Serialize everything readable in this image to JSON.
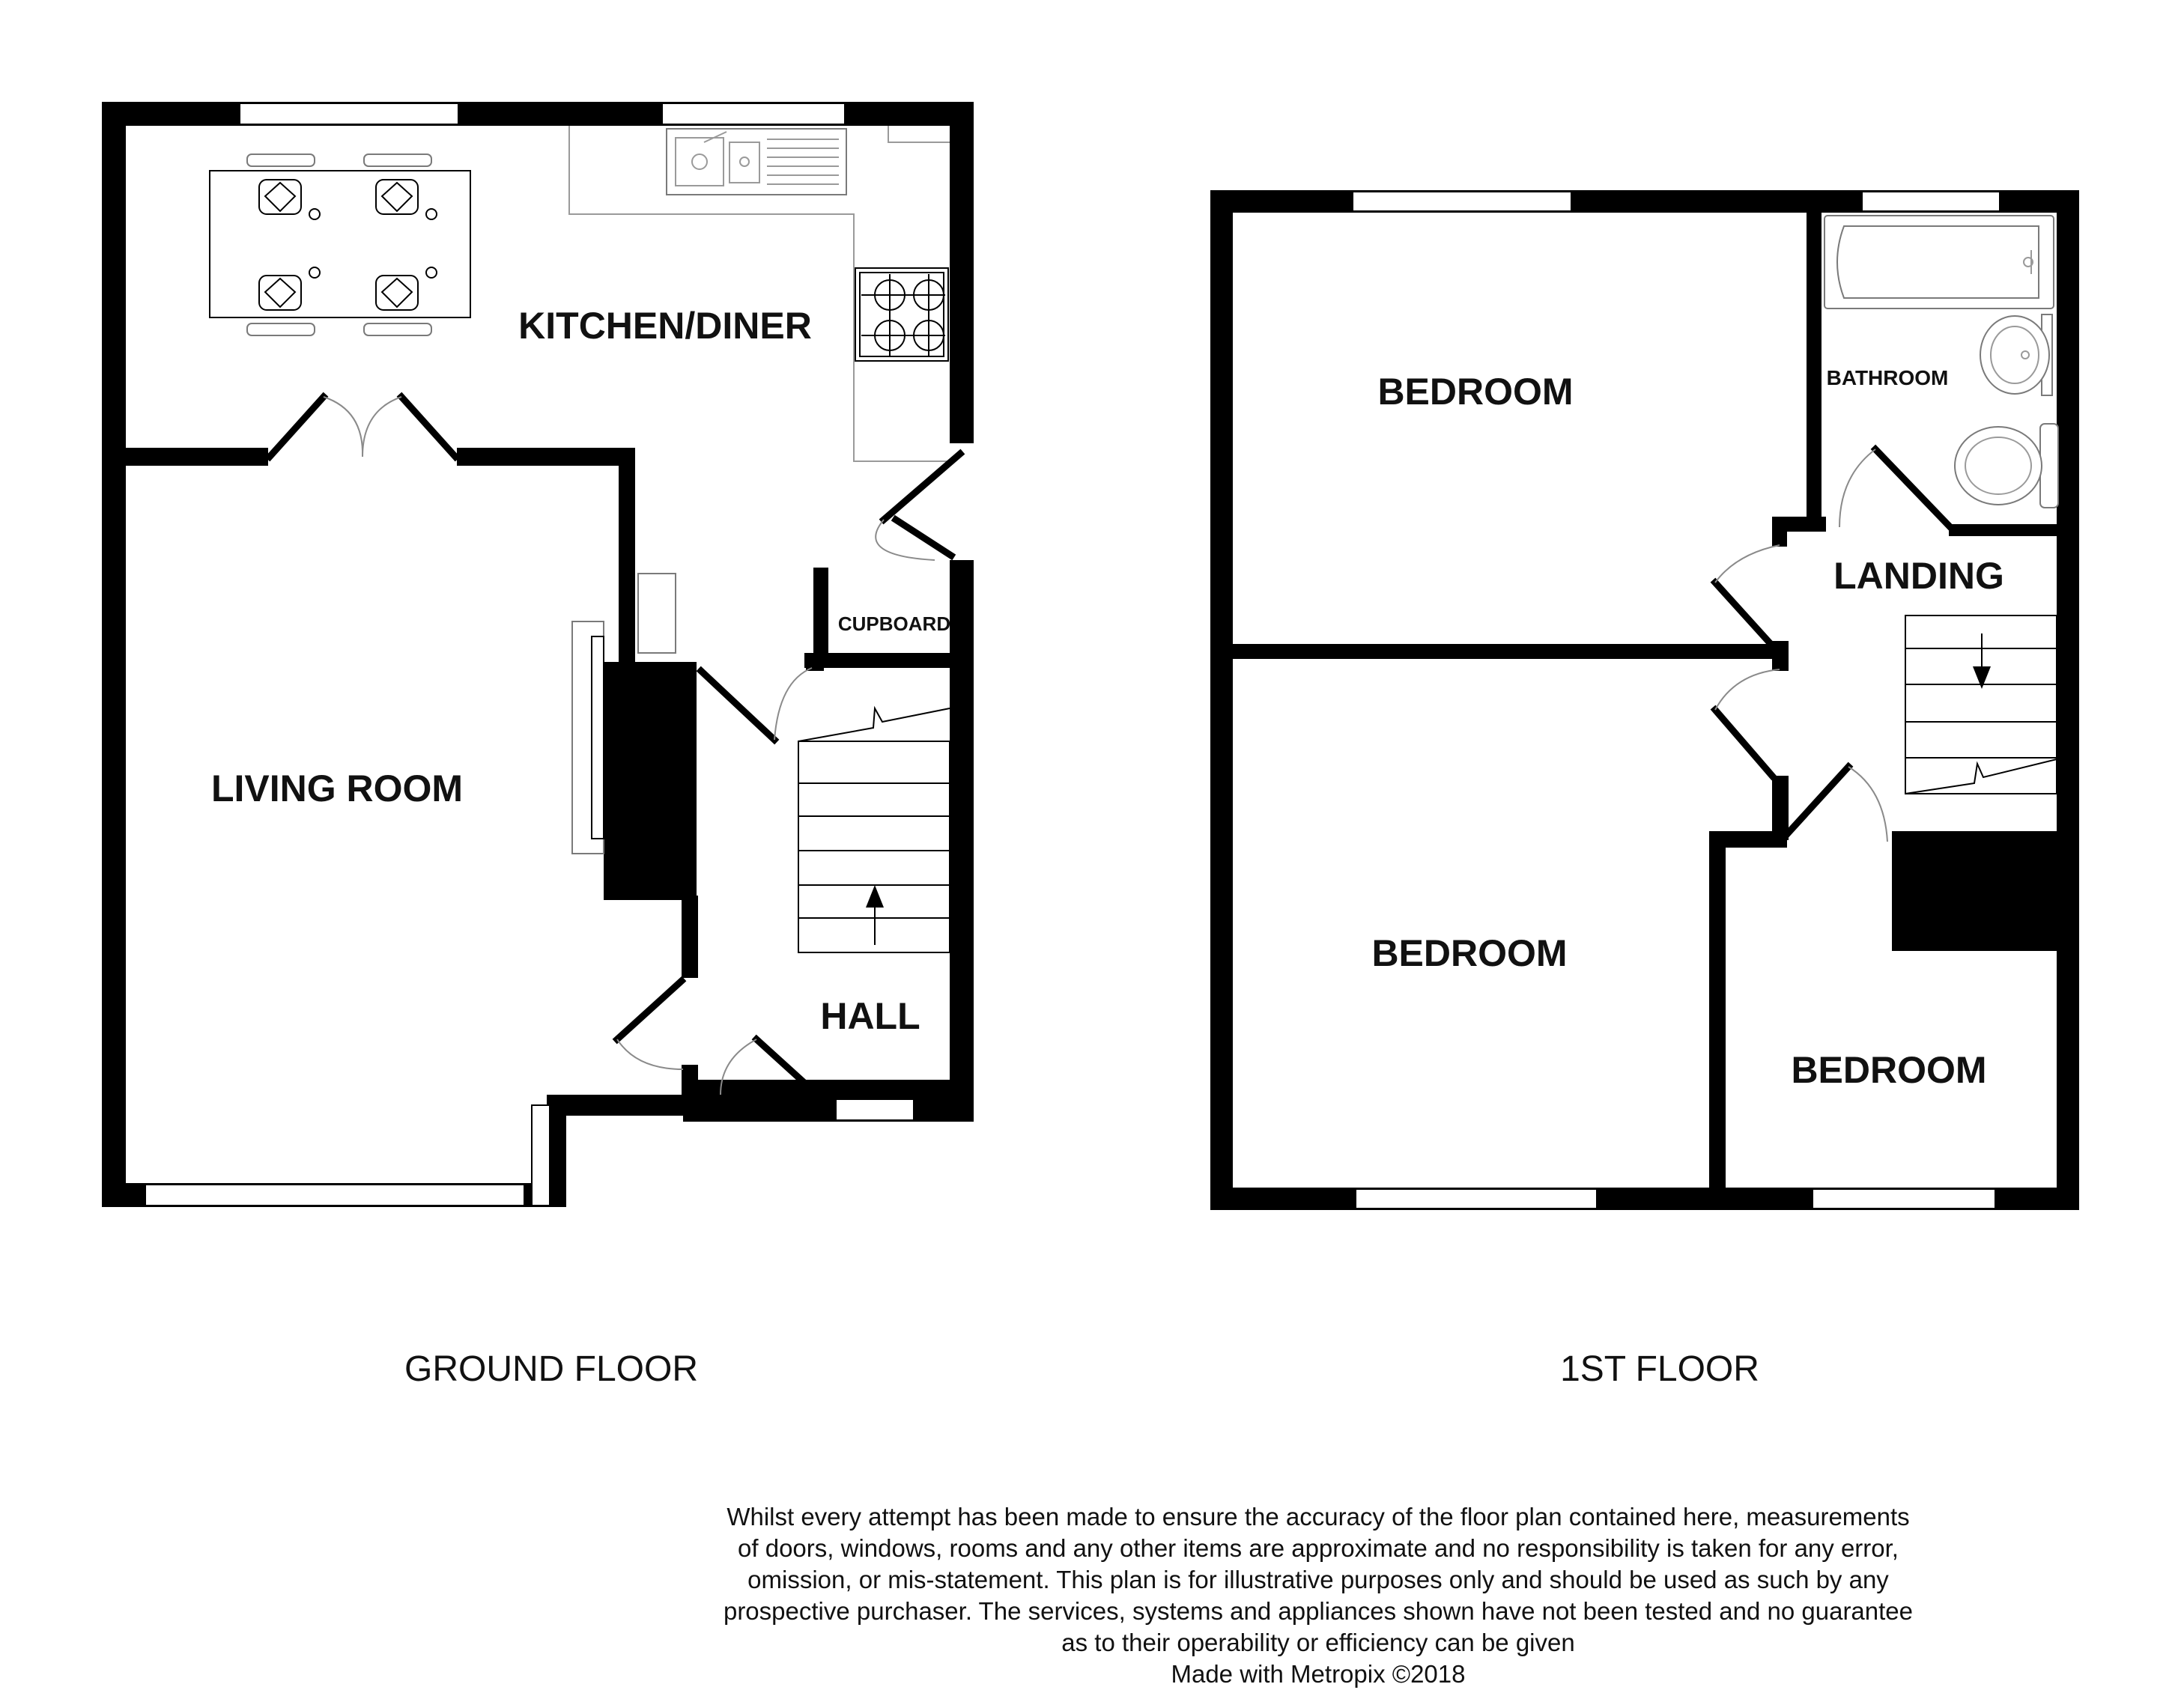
{
  "ground_floor": {
    "label": "GROUND FLOOR",
    "rooms": {
      "kitchen_diner": "KITCHEN/DINER",
      "living_room": "LIVING ROOM",
      "hall": "HALL",
      "cupboard": "CUPBOARD"
    }
  },
  "first_floor": {
    "label": "1ST FLOOR",
    "rooms": {
      "bedroom_1": "BEDROOM",
      "bedroom_2": "BEDROOM",
      "bedroom_3": "BEDROOM",
      "bathroom": "BATHROOM",
      "landing": "LANDING"
    }
  },
  "disclaimer": {
    "lines": [
      "Whilst every attempt has been made to ensure the accuracy of the floor plan contained here, measurements",
      "of doors, windows, rooms and any other items are approximate and no responsibility is taken for any error,",
      "omission, or mis-statement. This plan is for illustrative purposes only and should be used as such by any",
      "prospective purchaser. The services, systems and appliances shown have not been tested and no guarantee",
      "as to their operability or efficiency can be given"
    ],
    "credit": "Made with Metropix ©2018"
  }
}
